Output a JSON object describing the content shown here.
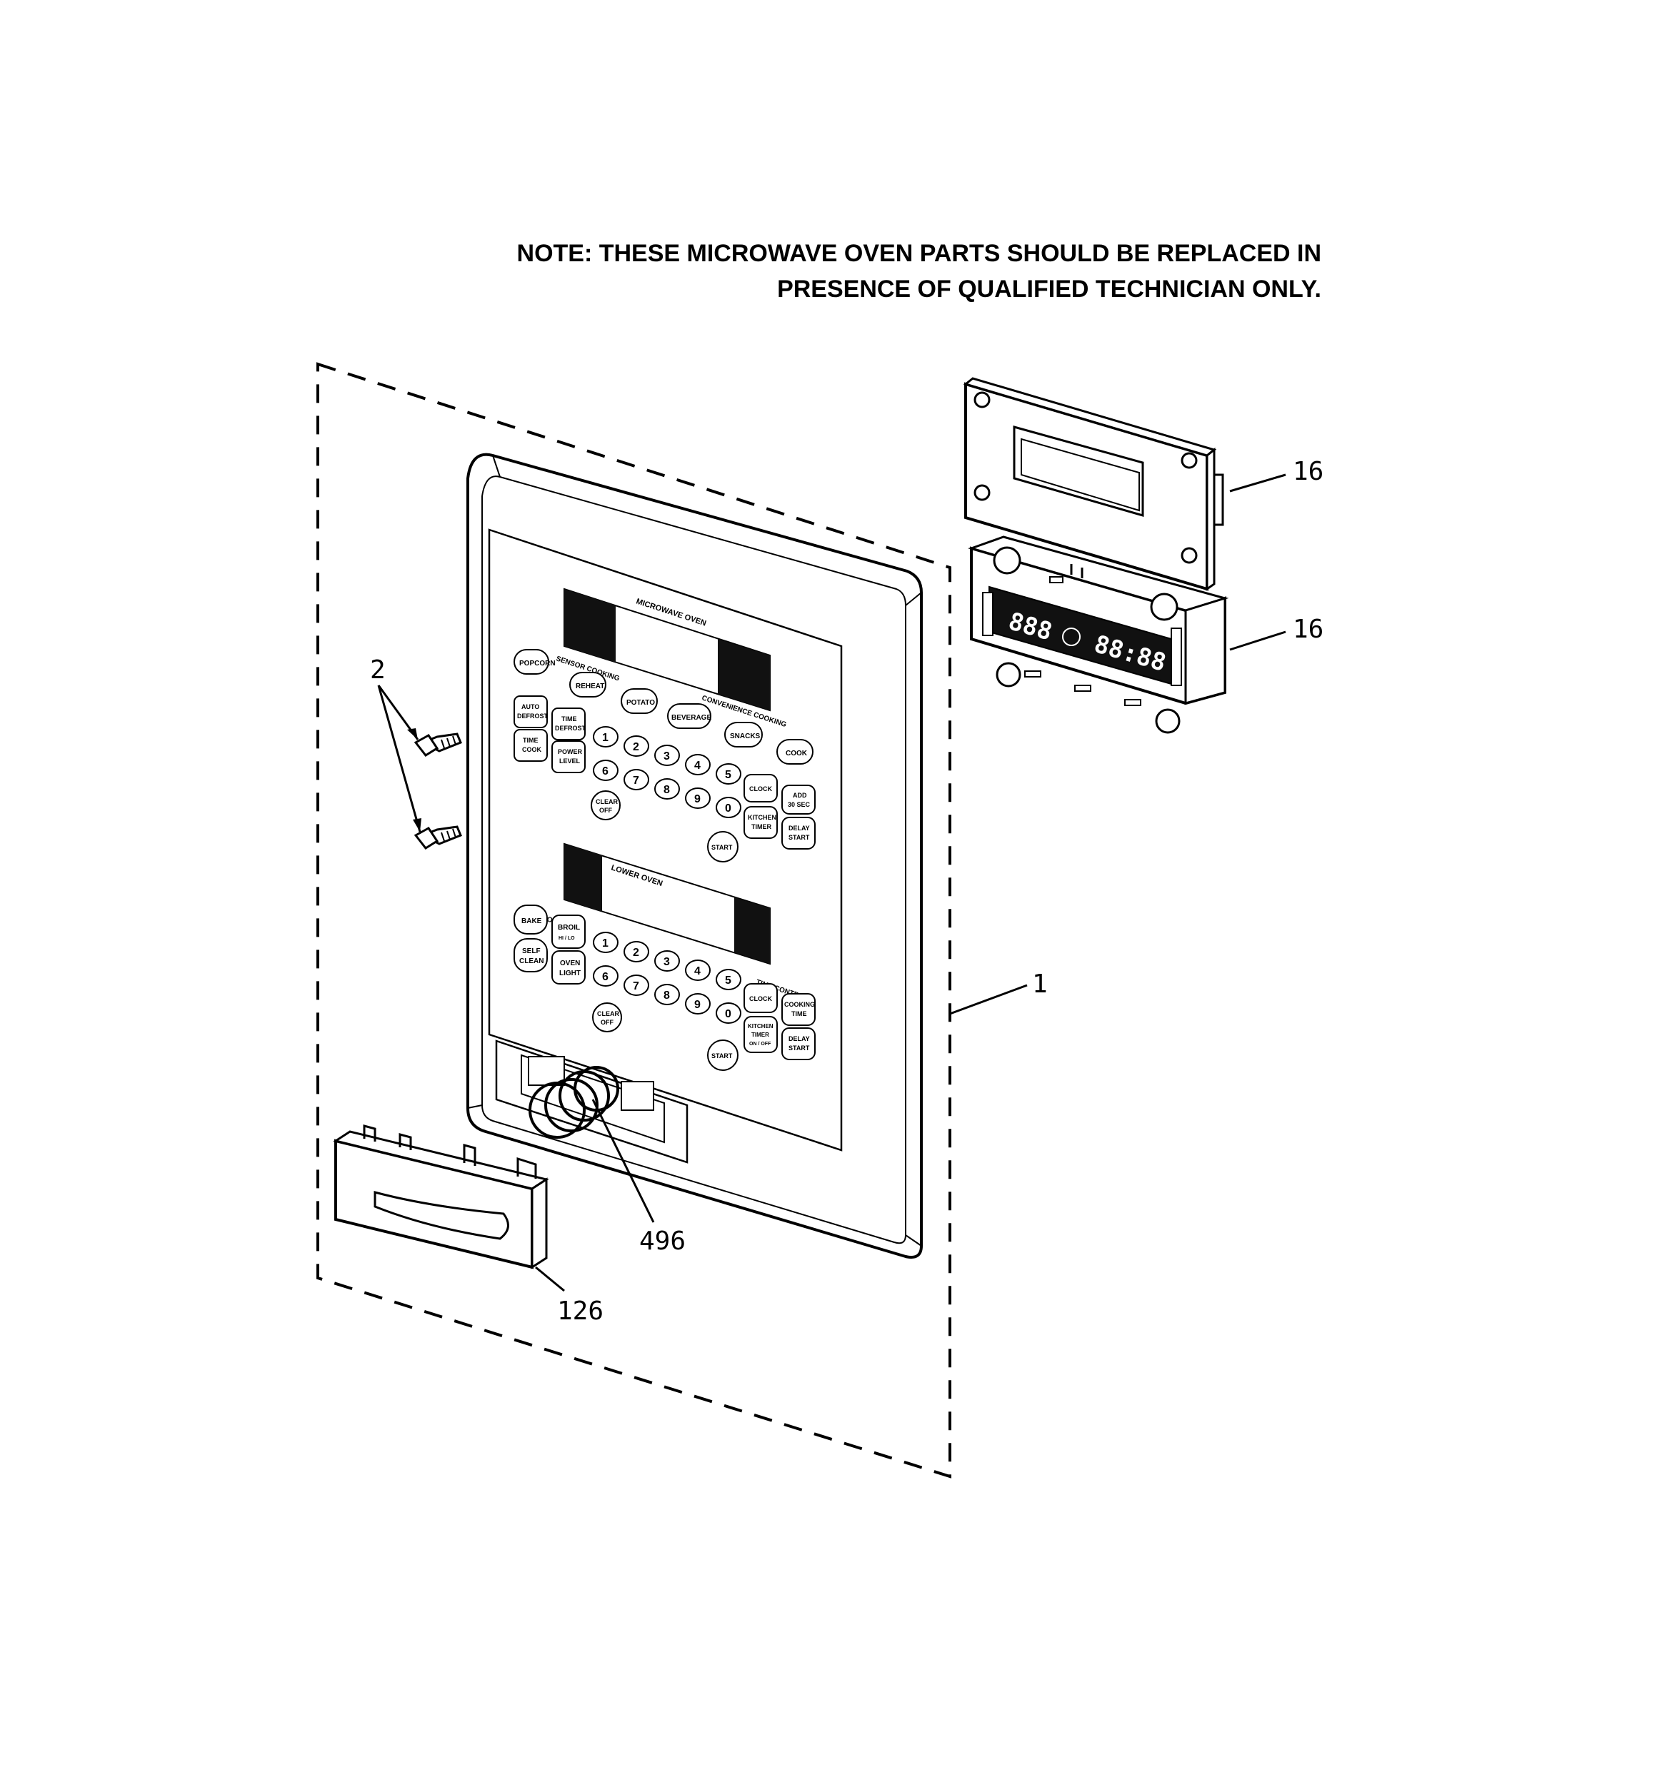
{
  "note": {
    "line1": "NOTE: THESE MICROWAVE OVEN PARTS SHOULD BE REPLACED IN",
    "line2": "PRESENCE OF QUALIFIED TECHNICIAN ONLY."
  },
  "callouts": {
    "control_board_1": "16",
    "control_board_2": "16",
    "screws": "2",
    "control_panel": "1",
    "switch_knob": "496",
    "handle": "126"
  },
  "panel": {
    "microwave_title": "MICROWAVE OVEN",
    "sensor_cooking": "SENSOR COOKING",
    "convenience_cooking": "CONVENIENCE COOKING",
    "lower_oven_title": "LOWER OVEN",
    "oven_group": "OVEN",
    "time_controls": "TIME CONTROLS",
    "mw_keys": {
      "popcorn": "POPCORN",
      "reheat": "REHEAT",
      "potato": "POTATO",
      "beverage": "BEVERAGE",
      "snacks": "SNACKS",
      "cook": "COOK",
      "auto_defrost_1": "AUTO",
      "auto_defrost_2": "DEFROST",
      "time_defrost_1": "TIME",
      "time_defrost_2": "DEFROST",
      "time_cook_1": "TIME",
      "time_cook_2": "COOK",
      "power_level_1": "POWER",
      "power_level_2": "LEVEL",
      "clock": "CLOCK",
      "add_1": "ADD",
      "add_2": "30 SEC",
      "kitchen_timer_1": "KITCHEN",
      "kitchen_timer_2": "TIMER",
      "delay_start_1": "DELAY",
      "delay_start_2": "START",
      "clear_1": "CLEAR",
      "clear_2": "OFF",
      "start": "START"
    },
    "lo_keys": {
      "bake": "BAKE",
      "broil_1": "BROIL",
      "broil_2": "HI / LO",
      "self_clean_1": "SELF",
      "self_clean_2": "CLEAN",
      "oven_light_1": "OVEN",
      "oven_light_2": "LIGHT",
      "clock": "CLOCK",
      "cooking_time_1": "COOKING",
      "cooking_time_2": "TIME",
      "kitchen_timer_1": "KITCHEN",
      "kitchen_timer_2": "TIMER",
      "kitchen_timer_3": "ON / OFF",
      "delay_start_1": "DELAY",
      "delay_start_2": "START",
      "clear_1": "CLEAR",
      "clear_2": "OFF",
      "start": "START"
    },
    "digits": [
      "1",
      "2",
      "3",
      "4",
      "5",
      "6",
      "7",
      "8",
      "9",
      "0"
    ]
  },
  "display": {
    "left_digits": "888",
    "right_digits": "88:88"
  }
}
